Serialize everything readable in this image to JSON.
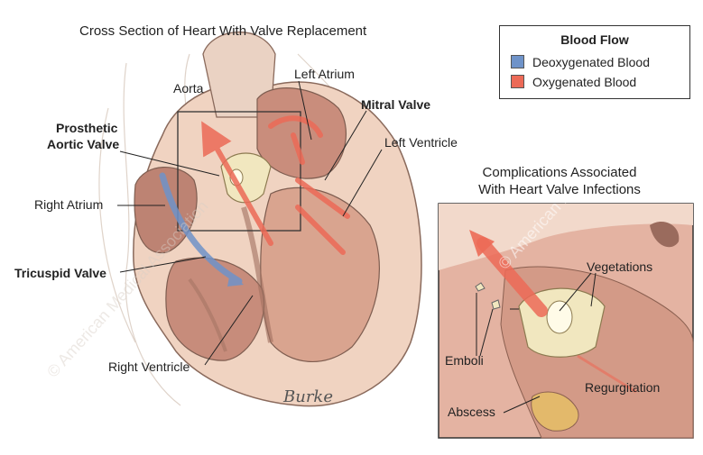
{
  "title": "Cross Section of Heart With Valve Replacement",
  "legend": {
    "title": "Blood Flow",
    "items": [
      {
        "label": "Deoxygenated Blood",
        "color": "#6f93c9"
      },
      {
        "label": "Oxygenated Blood",
        "color": "#ec6a57"
      }
    ]
  },
  "labels": {
    "aorta": "Aorta",
    "left_atrium": "Left Atrium",
    "mitral_valve": "Mitral Valve",
    "left_ventricle": "Left Ventricle",
    "prosthetic_1": "Prosthetic",
    "prosthetic_2": "Aortic Valve",
    "right_atrium": "Right Atrium",
    "tricuspid_valve": "Tricuspid Valve",
    "right_ventricle": "Right Ventricle"
  },
  "complications": {
    "title_line1": "Complications Associated",
    "title_line2": "With Heart Valve Infections",
    "vegetations": "Vegetations",
    "emboli": "Emboli",
    "regurgitation": "Regurgitation",
    "abscess": "Abscess"
  },
  "signature": "Burke",
  "watermark": "© American Medical Association",
  "colors": {
    "oxygenated": "#ec6a57",
    "deoxygenated": "#6f93c9",
    "tissue": "#e6b8a2",
    "tissue_dark": "#b98573",
    "valve": "#f1e7bf"
  }
}
